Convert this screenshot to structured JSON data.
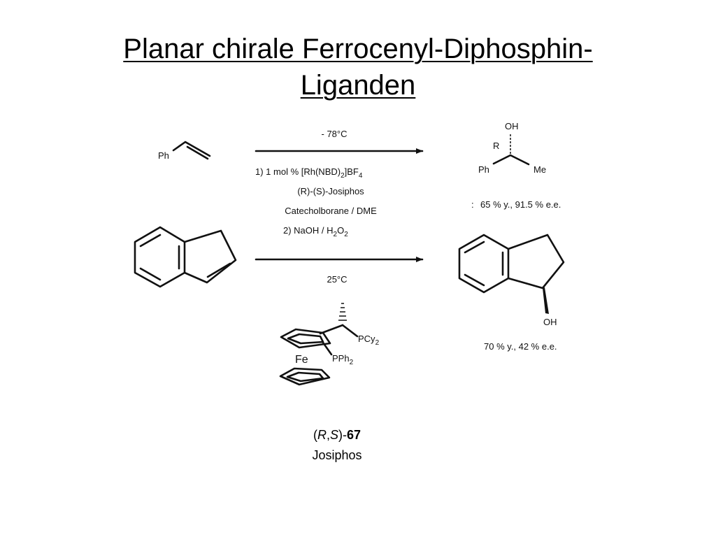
{
  "slide": {
    "title_line1": "Planar chirale Ferrocenyl-Diphosphin-",
    "title_line2": "Liganden"
  },
  "scheme": {
    "substrate1_ph": "Ph",
    "conditions_top": "- 78°C",
    "step1_prefix": "1) 1 mol % [Rh(NBD)",
    "step1_sub1": "2",
    "step1_mid": "]BF",
    "step1_sub2": "4",
    "ligand_line": "(R)-(S)-Josiphos",
    "reagent_line": "Catecholborane / DME",
    "step2_prefix": "2) NaOH / H",
    "step2_sub1": "2",
    "step2_mid": "O",
    "step2_sub2": "2",
    "conditions_bottom": "25°C",
    "product1_oh": "OH",
    "product1_r": "R",
    "product1_ph": "Ph",
    "product1_me": "Me",
    "result1_marker": ":",
    "result1": "65 % y., 91.5 % e.e.",
    "product2_oh": "OH",
    "result2": "70 % y., 42 % e.e."
  },
  "ligand": {
    "pcy2_prefix": "PCy",
    "pcy2_sub": "2",
    "pph2_prefix": "PPh",
    "pph2_sub": "2",
    "fe": "Fe",
    "label_open": "(",
    "label_r": "R",
    "label_comma": ",",
    "label_s": "S",
    "label_close": ")-",
    "label_number": "67",
    "name": "Josiphos"
  }
}
